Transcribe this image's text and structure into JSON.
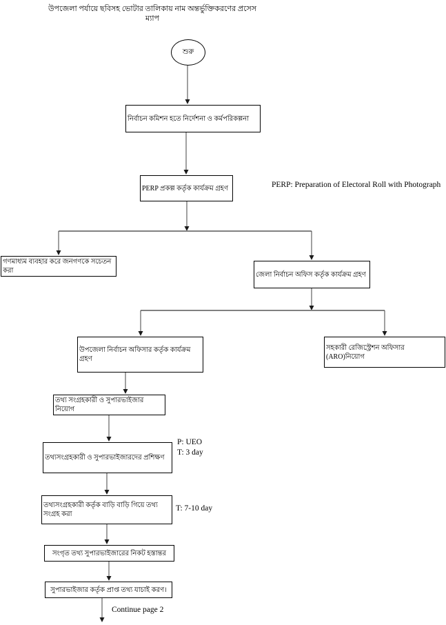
{
  "title": "উপজেলা পর্যায়ে ছবিসহ ভোটার তালিকায় নাম অন্তর্ভুক্তিকরণের প্রসেস ম্যাপ",
  "colors": {
    "background": "#ffffff",
    "box_border": "#000000",
    "text": "#000000",
    "connector": "#404040",
    "branch_line": "#808080"
  },
  "flowchart": {
    "start_label": "শুরু",
    "nodes": [
      {
        "id": "ec-directive",
        "label": "নির্বাচন কমিশন হতে নির্দেশনা ও কর্মপরিকল্পনা"
      },
      {
        "id": "perp-project",
        "label": "PERP প্রকল্প কর্তৃক কার্যক্রম গ্রহণ"
      },
      {
        "id": "mass-media",
        "label": "গণমাধ্যম ব্যবহার করে জনগণকে সচেতন করা"
      },
      {
        "id": "district-office",
        "label": "জেলা নির্বাচন অফিস কর্তৃক কার্যক্রম গ্রহণ"
      },
      {
        "id": "upazila-officer",
        "label": "উপজেলা নির্বাচন অফিসার কর্তৃক কার্যক্রম গ্রহণ"
      },
      {
        "id": "aro-appointment",
        "label": "সহকারী রেজিস্ট্রেশন অফিসার (ARO)নিয়োগ"
      },
      {
        "id": "collector-recruit",
        "label": "তথ্য সংগ্রহকারী ও সুপারভাইজার নিয়োগ"
      },
      {
        "id": "training",
        "label": "তথ্যসংগ্রহকারী ও সুপারভাইজারদের প্রশিক্ষণ"
      },
      {
        "id": "door-to-door",
        "label": "তথ্যসংগ্রহকারী কর্তৃক বাড়ি বাড়ি গিয়ে তথ্য সংগ্রহ করা"
      },
      {
        "id": "handover",
        "label": "সংগৃত তথ্য সুপারভাইজারের নিকট হস্তান্তর"
      },
      {
        "id": "verification",
        "label": "সুপারভাইজার কর্তৃক প্রাপ্ত তথ্য যাচাই করণ।"
      }
    ],
    "annotations": {
      "perp_definition": "PERP: Preparation of Electoral Roll with Photograph",
      "training_person": "P: UEO",
      "training_time": "T: 3 day",
      "collection_time": "T: 7-10 day",
      "continue_label": "Continue page 2"
    }
  }
}
